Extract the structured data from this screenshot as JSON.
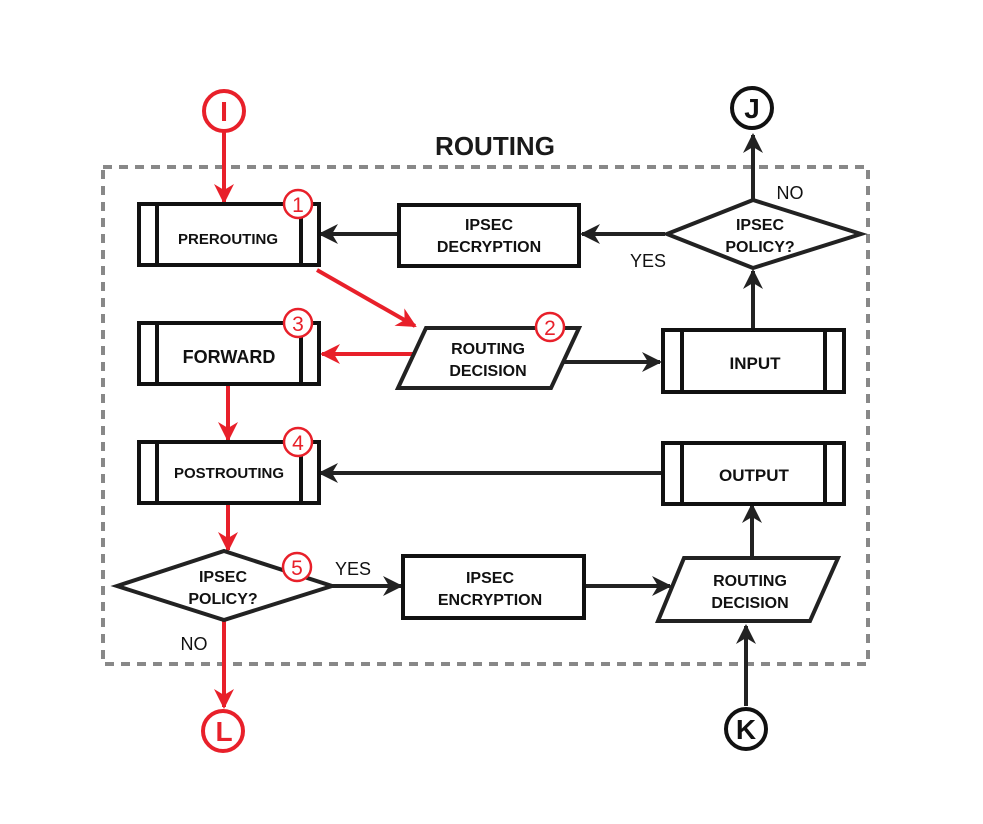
{
  "title": "ROUTING",
  "colors": {
    "primary": "#222222",
    "highlight": "#e8202a",
    "border": "#888888"
  },
  "nodes": {
    "prerouting": {
      "label": "PREROUTING",
      "badge": "1"
    },
    "ipsec_decryption": {
      "line1": "IPSEC",
      "line2": "DECRYPTION"
    },
    "ipsec_policy_top": {
      "line1": "IPSEC",
      "line2": "POLICY?"
    },
    "forward": {
      "label": "FORWARD",
      "badge": "3"
    },
    "routing_decision_top": {
      "line1": "ROUTING",
      "line2": "DECISION",
      "badge": "2"
    },
    "input": {
      "label": "INPUT"
    },
    "postrouting": {
      "label": "POSTROUTING",
      "badge": "4"
    },
    "output": {
      "label": "OUTPUT"
    },
    "ipsec_policy_bottom": {
      "line1": "IPSEC",
      "line2": "POLICY?",
      "badge": "5"
    },
    "ipsec_encryption": {
      "line1": "IPSEC",
      "line2": "ENCRYPTION"
    },
    "routing_decision_bottom": {
      "line1": "ROUTING",
      "line2": "DECISION"
    }
  },
  "terminals": {
    "I": "I",
    "J": "J",
    "K": "K",
    "L": "L"
  },
  "edge_labels": {
    "top_policy_yes": "YES",
    "top_policy_no": "NO",
    "bottom_policy_yes": "YES",
    "bottom_policy_no": "NO"
  }
}
